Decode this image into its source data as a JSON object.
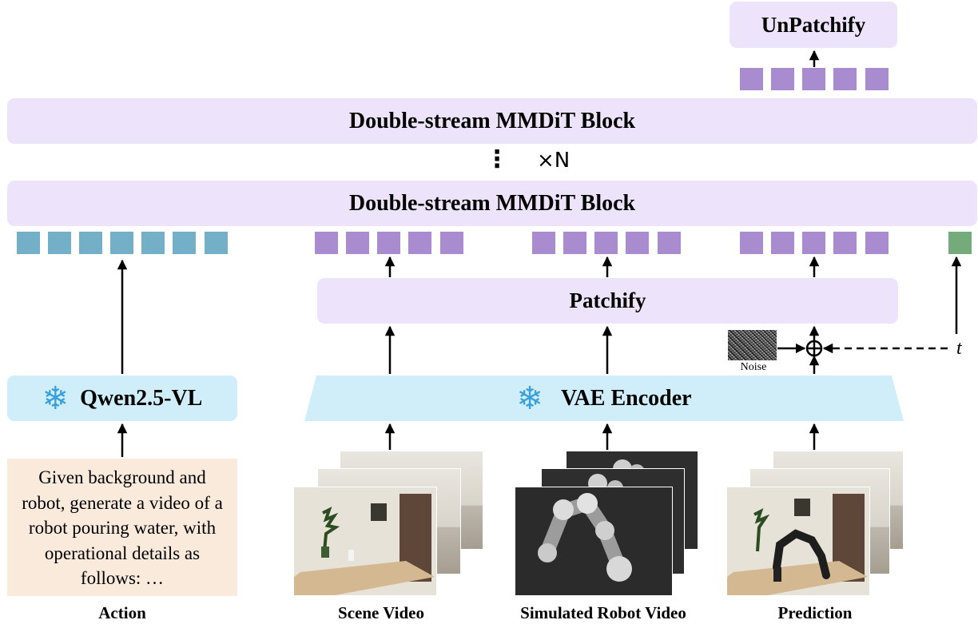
{
  "top_block": {
    "label": "UnPatchify"
  },
  "mmdit_top": {
    "label": "Double-stream MMDiT Block"
  },
  "repeat": {
    "dots": "⋮",
    "label": "×N"
  },
  "mmdit_bottom": {
    "label": "Double-stream MMDiT Block"
  },
  "patchify": {
    "label": "Patchify"
  },
  "noise": {
    "label": "Noise"
  },
  "timestep": {
    "label": "t"
  },
  "text_encoder": {
    "label": "Qwen2.5-VL",
    "icon": "snowflake-icon"
  },
  "vae": {
    "label": "VAE Encoder",
    "icon": "snowflake-icon"
  },
  "action_prompt": {
    "text": "Given background and robot, generate a video of a robot pouring water, with operational details as follows: …"
  },
  "captions": {
    "action": "Action",
    "scene": "Scene Video",
    "robot": "Simulated Robot Video",
    "prediction": "Prediction"
  },
  "colors": {
    "block": "#ede4fb",
    "text_token": "#74afc8",
    "video_token": "#a98ccf",
    "time_token": "#75ab7b",
    "encoder": "#cfeefa",
    "prompt_bg": "#faeadb"
  }
}
